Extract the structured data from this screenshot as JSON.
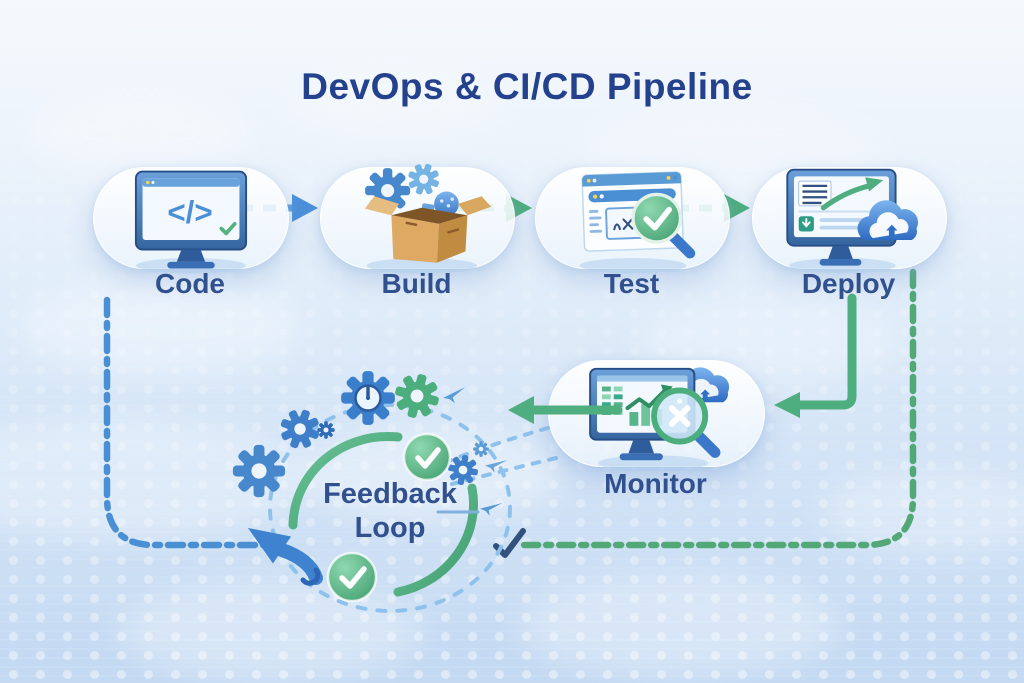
{
  "title": "DevOps & CI/CD Pipeline",
  "stages": [
    {
      "id": "code",
      "label": "Code",
      "icon": "monitor-code-icon",
      "glyph": "</>"
    },
    {
      "id": "build",
      "label": "Build",
      "icon": "package-box-gears-icon"
    },
    {
      "id": "test",
      "label": "Test",
      "icon": "browser-check-magnifier-icon"
    },
    {
      "id": "deploy",
      "label": "Deploy",
      "icon": "monitor-cloud-upload-icon"
    },
    {
      "id": "monitor",
      "label": "Monitor",
      "icon": "monitor-analytics-magnifier-cloud-icon"
    }
  ],
  "feedback_loop": {
    "line1": "Feedback",
    "line2": "Loop",
    "icons": [
      "gear-icon",
      "clock-gear-icon",
      "check-circle-icon",
      "refresh-arrow-icon",
      "paper-plane-icon"
    ]
  },
  "connections": [
    {
      "from": "Code",
      "to": "Build",
      "style": "dashed-arrow",
      "color": "#4a90d9"
    },
    {
      "from": "Build",
      "to": "Test",
      "style": "dashed-arrow",
      "color": "#4cae7c"
    },
    {
      "from": "Test",
      "to": "Deploy",
      "style": "dashed-arrow",
      "color": "#4cae7c"
    },
    {
      "from": "Deploy",
      "to": "Monitor",
      "style": "solid-arrow",
      "color": "#4fae7f"
    },
    {
      "from": "Monitor",
      "to": "Feedback Loop",
      "style": "solid-arrow",
      "color": "#4fae7f"
    },
    {
      "from": "Deploy",
      "to": "Feedback Loop",
      "style": "dashed-line",
      "color": "#52a877"
    },
    {
      "from": "Code",
      "to": "Feedback Loop",
      "style": "dashed-line",
      "color": "#4a8fd4"
    }
  ],
  "colors": {
    "title": "#24418e",
    "stage_label": "#31508e",
    "blue_accent": "#4a90d9",
    "green_accent": "#4cae7c",
    "background_top": "#f5f9fd",
    "background_bottom": "#c3d9f2"
  }
}
